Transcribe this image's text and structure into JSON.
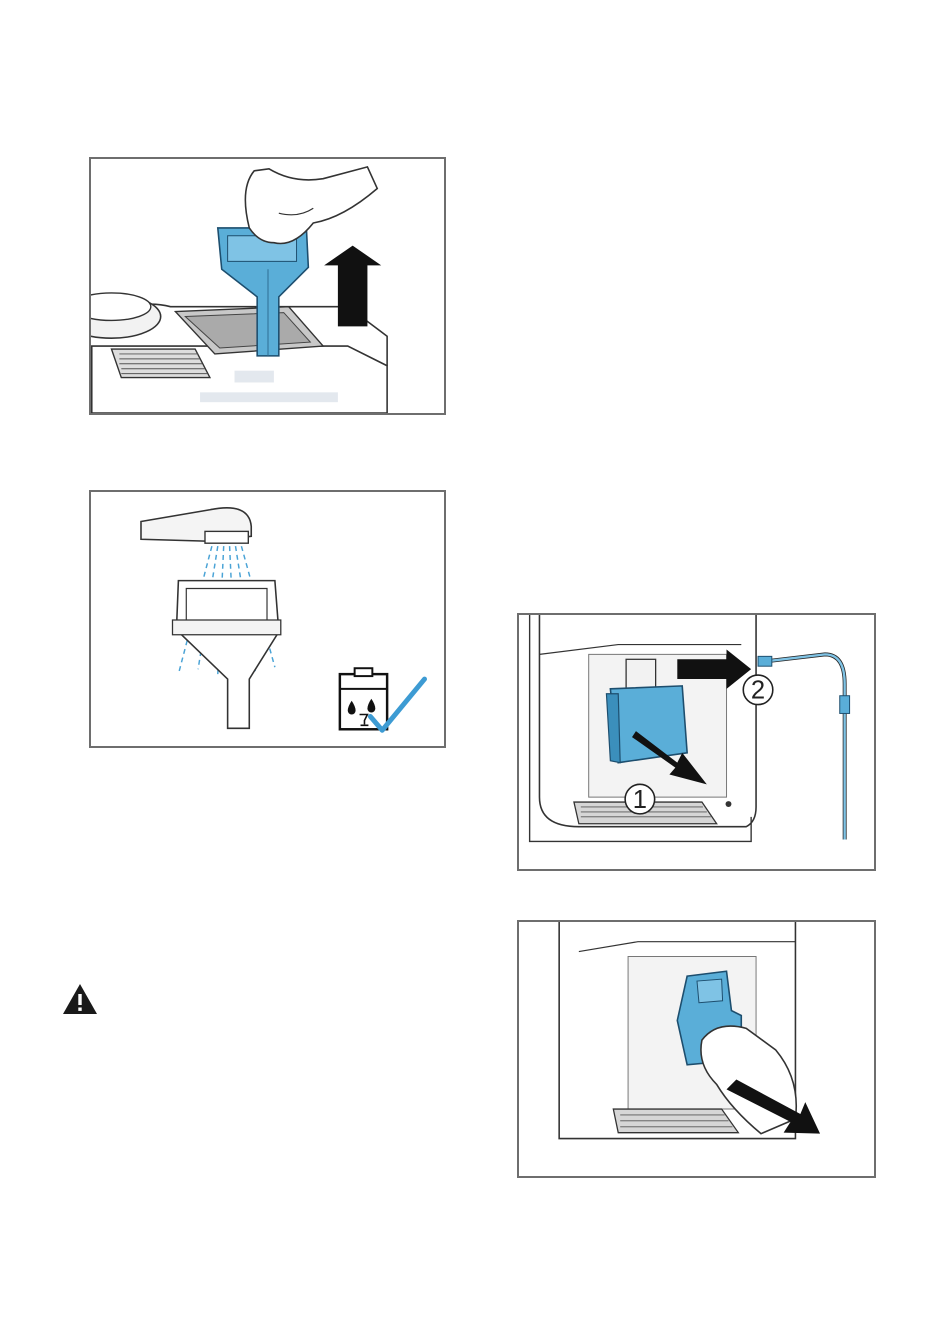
{
  "page": {
    "background": "#ffffff",
    "frame_color": "#6e6e6e",
    "accent_blue": "#5aaed8",
    "figures": [
      {
        "id": "remove-funnel",
        "icon": "hand-lift-funnel-arrow-up"
      },
      {
        "id": "rinse-funnel",
        "icon": "funnel-under-tap",
        "badge_icon": "dishwasher-safe-icon"
      },
      {
        "id": "remove-brewing-parts",
        "icon": "drip-tray-and-tube-removal",
        "callouts": [
          "1",
          "2"
        ]
      },
      {
        "id": "pull-out-unit",
        "icon": "hand-pull-brewing-unit-arrow"
      }
    ],
    "warning": {
      "icon": "warning-triangle-icon",
      "color": "#1a1a1a"
    }
  }
}
